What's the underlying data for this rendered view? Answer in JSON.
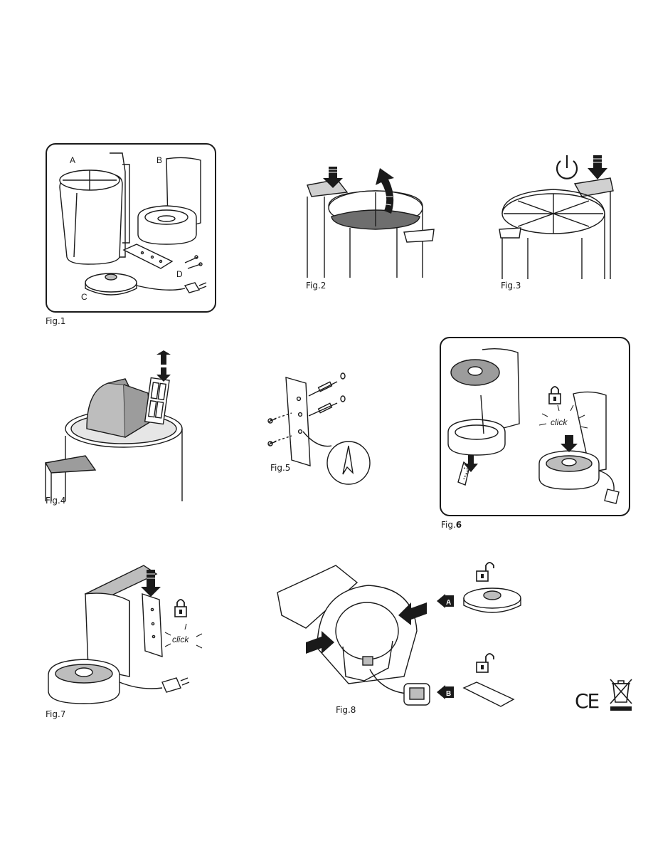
{
  "figures": {
    "fig1": {
      "caption": "Fig.1",
      "part_a": "A",
      "part_b": "B",
      "part_c": "C",
      "part_d": "D"
    },
    "fig2": {
      "caption": "Fig.2"
    },
    "fig3": {
      "caption": "Fig.3"
    },
    "fig4": {
      "caption": "Fig.4"
    },
    "fig5": {
      "caption": "Fig.5"
    },
    "fig6": {
      "caption_prefix": "Fig.",
      "caption_num": "6",
      "click_text": "click"
    },
    "fig7": {
      "caption": "Fig.7",
      "click_text": "click"
    },
    "fig8": {
      "caption": "Fig.8",
      "step_a": "A",
      "step_b": "B"
    }
  },
  "marks": {
    "ce": "CE"
  },
  "colors": {
    "ink": "#1a1a1a",
    "grey_fill": "#bdbdbd",
    "dark_fill": "#6e6e6e"
  },
  "icons": [
    "power-icon",
    "lock-icon",
    "unlock-icon",
    "arrow-icon",
    "ce-mark-icon",
    "weee-bin-icon"
  ]
}
